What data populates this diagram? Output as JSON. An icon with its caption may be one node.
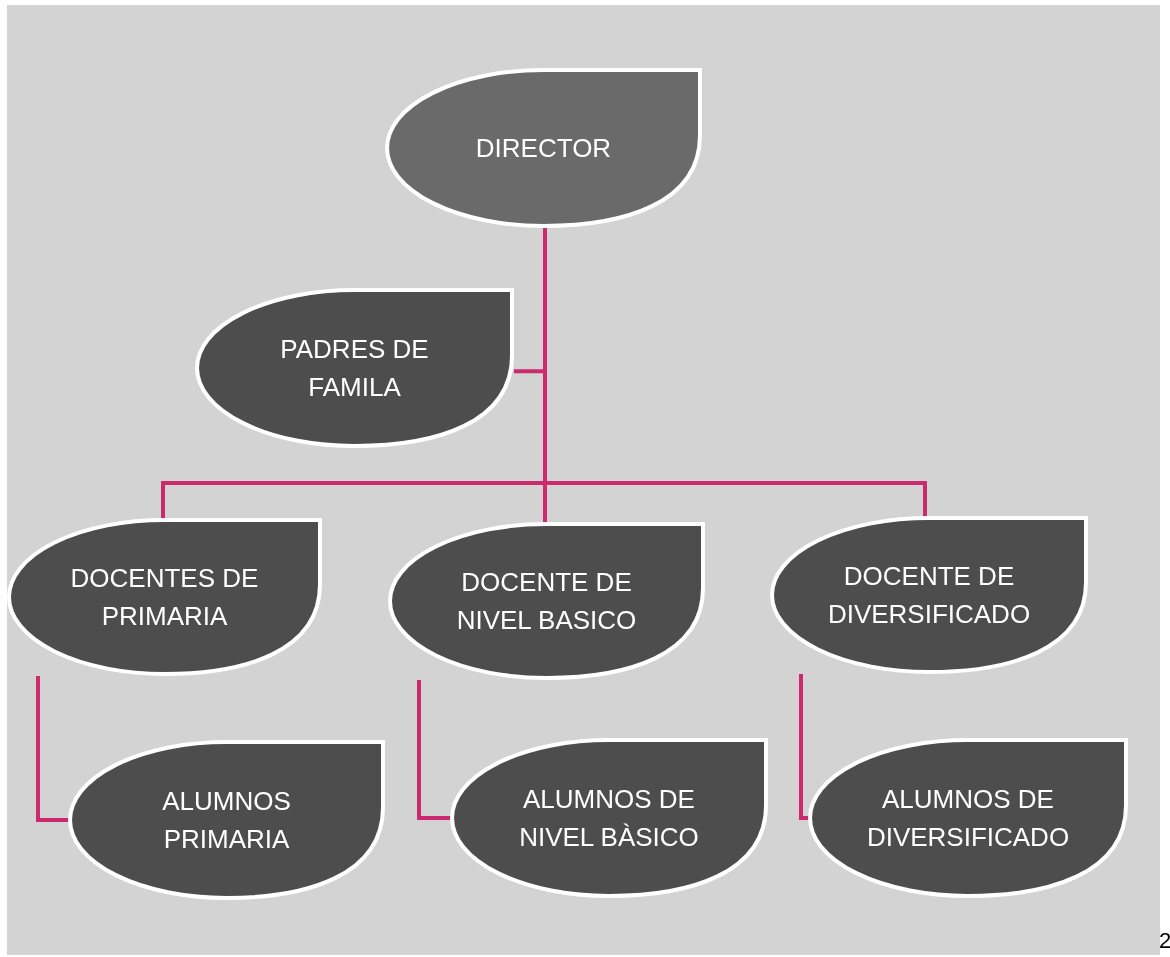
{
  "diagram": {
    "nodes": [
      {
        "text": [
          "DIRECTOR"
        ]
      },
      {
        "text": [
          "PADRES DE FAMILA"
        ]
      },
      {
        "text": [
          "DOCENTES DE PRIMARIA"
        ]
      },
      {
        "text": [
          "DOCENTE DE NIVEL BASICO"
        ]
      },
      {
        "text": [
          "DOCENTE DE DIVERSIFICADO"
        ]
      },
      {
        "text": [
          "ALUMNOS PRIMARIA"
        ]
      },
      {
        "text": [
          "ALUMNOS DE NIVEL BÀSICO"
        ]
      },
      {
        "text": [
          "ALUMNOS DE DIVERSIFICADO"
        ]
      }
    ],
    "edges": [
      {
        "from": 0,
        "to": 1,
        "arrow": "none"
      },
      {
        "from": 0,
        "to": 2,
        "arrow": "none"
      },
      {
        "from": 0,
        "to": 3,
        "arrow": "none"
      },
      {
        "from": 0,
        "to": 4,
        "arrow": "none"
      },
      {
        "from": 2,
        "to": 5,
        "arrow": "none"
      },
      {
        "from": 3,
        "to": 6,
        "arrow": "none"
      },
      {
        "from": 4,
        "to": 7,
        "arrow": "none"
      }
    ],
    "labels": [
      "2"
    ]
  }
}
